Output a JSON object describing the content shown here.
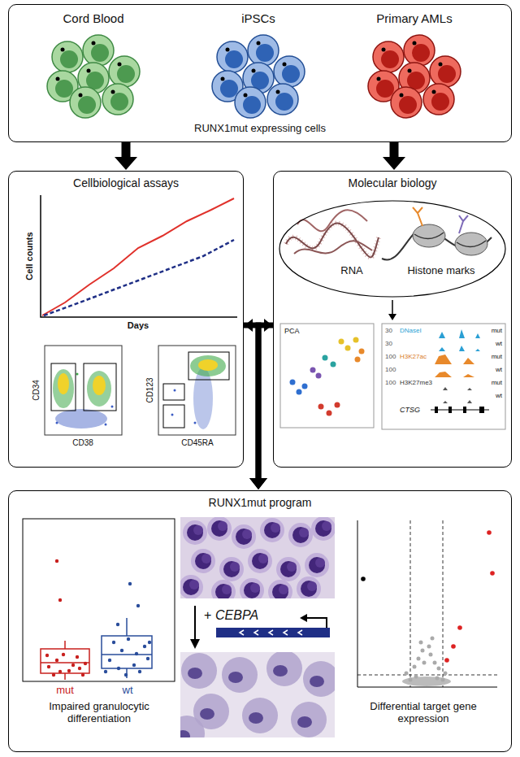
{
  "diagram": {
    "nodes": [
      {
        "text": [
          "RUNX1mut expressing cells"
        ]
      },
      {
        "text": [
          "Cellbiological assays"
        ]
      },
      {
        "text": [
          "Molecular biology"
        ]
      },
      {
        "text": [
          "RNA",
          "Histone marks"
        ],
        "in": 2
      },
      {
        "text": [
          "RUNX1mut program"
        ]
      }
    ],
    "edges": [
      {
        "from": 0,
        "to": 1,
        "arrow": "to"
      },
      {
        "from": 0,
        "to": 2,
        "arrow": "to"
      },
      {
        "from": 1,
        "to": 2,
        "arrow": "both"
      },
      {
        "from": 1,
        "to": 4,
        "arrow": "to"
      },
      {
        "from": 2,
        "to": 4,
        "arrow": "to"
      }
    ],
    "labels": [
      "Cord Blood",
      "iPSCs",
      "Primary AMLs",
      "Cell counts",
      "Days",
      "CD34",
      "CD38",
      "CD123",
      "CD45RA",
      "PCA",
      "30",
      "DNaseI",
      "mut",
      "30",
      "wt",
      "100",
      "H3K27ac",
      "mut",
      "100",
      "wt",
      "100",
      "H3K27me3",
      "mut",
      "wt",
      "CTSG",
      "mut",
      "wt",
      "Impaired granulocytic differentiation",
      "+",
      "CEBPA",
      "Differential target gene expression"
    ]
  }
}
